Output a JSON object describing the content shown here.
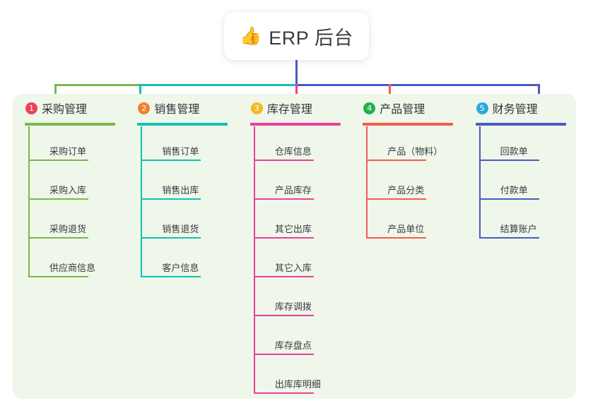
{
  "root": {
    "icon": "thumbs-up-icon",
    "icon_glyph": "👍",
    "title": "ERP 后台"
  },
  "canvas": {
    "panel_background": "#eef7e9",
    "page_background": "#ffffff"
  },
  "connector_colors": {
    "stem": "#4a5bc4",
    "segment_1": "#7cb74e",
    "segment_2": "#13bfb5",
    "segment_3": "#4a5bc4",
    "drop_1": "#7cb74e",
    "drop_2": "#13bfb5",
    "drop_3": "#e8419b",
    "drop_4": "#f75a51",
    "drop_5": "#4a5bc4"
  },
  "columns": [
    {
      "number": "1",
      "title": "采购管理",
      "badge_color": "#ee4055",
      "line_color": "#7cb74e",
      "items": [
        {
          "label": "采购订单"
        },
        {
          "label": "采购入库"
        },
        {
          "label": "采购退货"
        },
        {
          "label": "供应商信息"
        }
      ]
    },
    {
      "number": "2",
      "title": "销售管理",
      "badge_color": "#f2802a",
      "line_color": "#13bfb5",
      "items": [
        {
          "label": "销售订单"
        },
        {
          "label": "销售出库"
        },
        {
          "label": "销售退货"
        },
        {
          "label": "客户信息"
        }
      ]
    },
    {
      "number": "3",
      "title": "库存管理",
      "badge_color": "#f5b921",
      "line_color": "#e8419b",
      "items": [
        {
          "label": "仓库信息"
        },
        {
          "label": "产品库存"
        },
        {
          "label": "其它出库"
        },
        {
          "label": "其它入库"
        },
        {
          "label": "库存调拨"
        },
        {
          "label": "库存盘点"
        },
        {
          "label": "出库库明细"
        }
      ]
    },
    {
      "number": "4",
      "title": "产品管理",
      "badge_color": "#21b24b",
      "line_color": "#f75a51",
      "items": [
        {
          "label": "产品（物料）"
        },
        {
          "label": "产品分类"
        },
        {
          "label": "产品单位"
        }
      ]
    },
    {
      "number": "5",
      "title": "财务管理",
      "badge_color": "#29a8e0",
      "line_color": "#4a5bc4",
      "items": [
        {
          "label": "回款单"
        },
        {
          "label": "付款单"
        },
        {
          "label": "结算账户"
        }
      ]
    }
  ]
}
